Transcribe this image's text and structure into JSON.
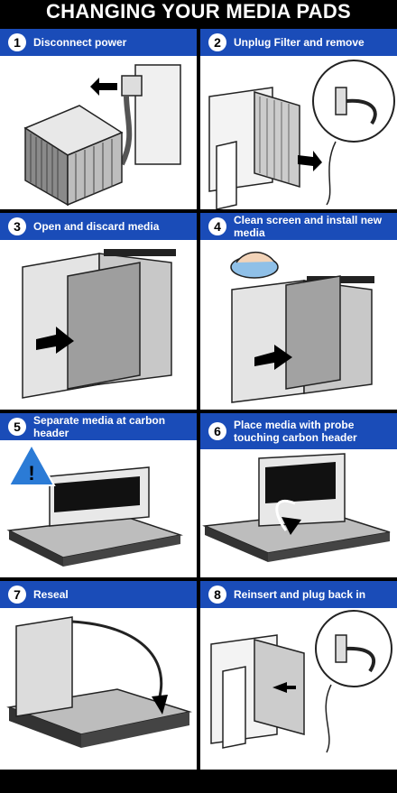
{
  "title": "CHANGING YOUR MEDIA PADS",
  "steps": [
    {
      "number": "1",
      "label": "Disconnect power"
    },
    {
      "number": "2",
      "label": "Unplug Filter and remove"
    },
    {
      "number": "3",
      "label": "Open and discard media"
    },
    {
      "number": "4",
      "label": "Clean screen and install new media"
    },
    {
      "number": "5",
      "label": "Separate media at carbon header"
    },
    {
      "number": "6",
      "label": "Place media with probe touching carbon header"
    },
    {
      "number": "7",
      "label": "Reseal"
    },
    {
      "number": "8",
      "label": "Reinsert and plug back in"
    }
  ],
  "colors": {
    "header_blue": "#1a4cb8",
    "background": "#000000",
    "warning_blue": "#2b7bd6"
  },
  "icons": [
    "warning-icon",
    "arrow-icon",
    "power-plug-icon"
  ]
}
